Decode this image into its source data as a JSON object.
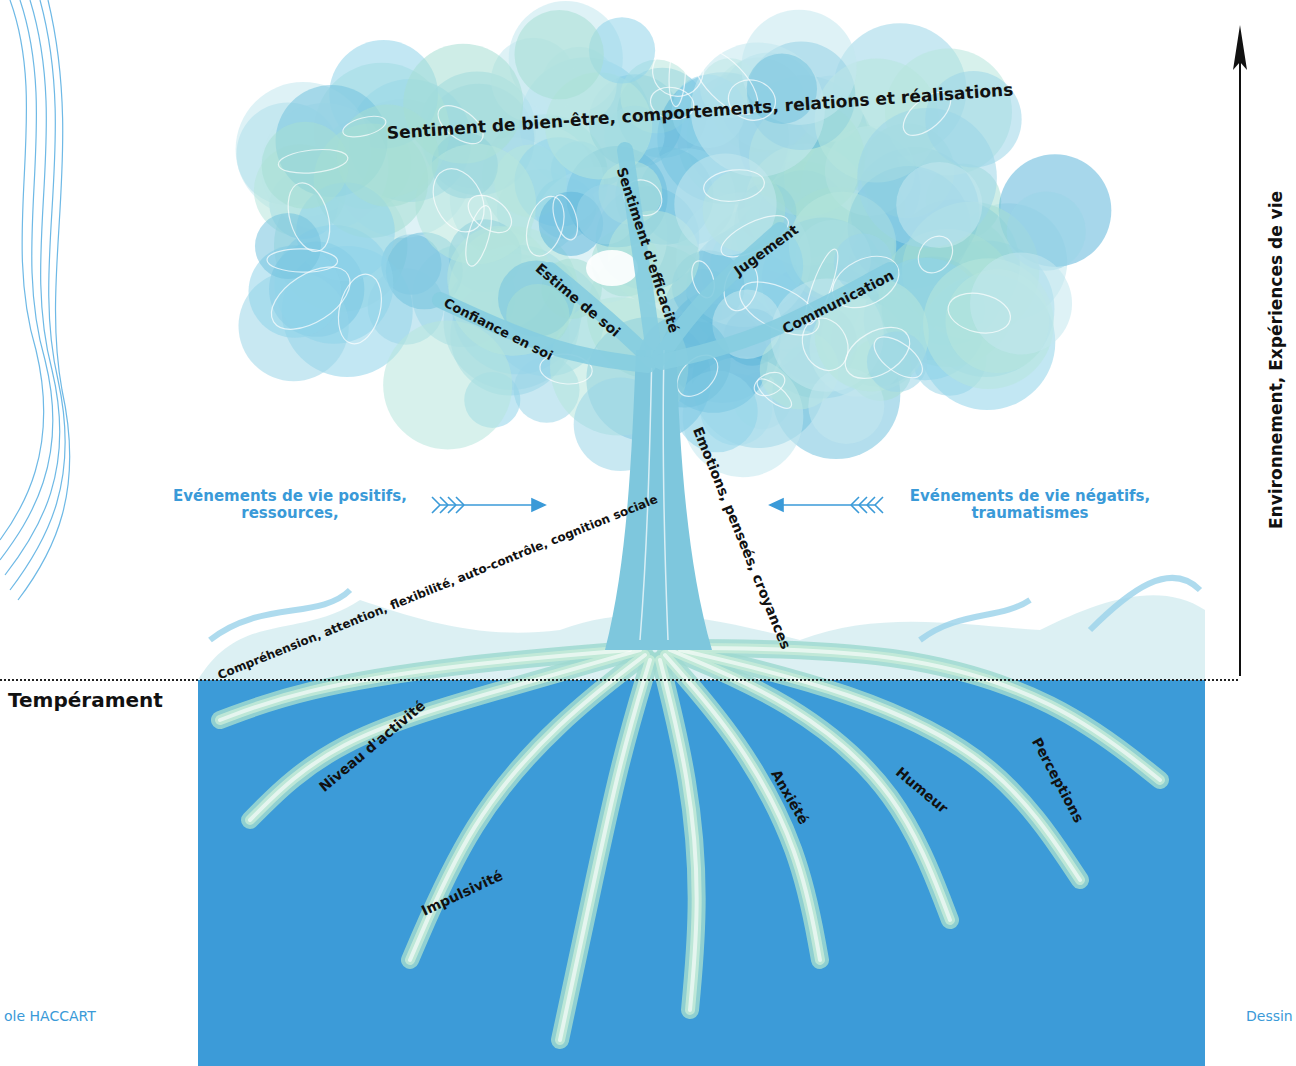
{
  "diagram": {
    "labels": [
      "Sentiment de bien-être, comportements, relations et réalisations",
      "Sentiment d'efficacité",
      "Estime de soi",
      "Jugement",
      "Confiance en soi",
      "Communication",
      "Evénements de vie positifs, ressources,",
      "Emotions, penseés, croyances",
      "Compréhension, attention, flexibilité, auto-contrôle, cognition sociale",
      "Evénements de vie négatifs, traumatismes",
      "Environnement, Expériences de vie",
      "Tempérament",
      "Niveau d'activité",
      "Impulsivité",
      "Anxiété",
      "Humeur",
      "Perceptions",
      "ole HACCART",
      "Dessin"
    ]
  }
}
